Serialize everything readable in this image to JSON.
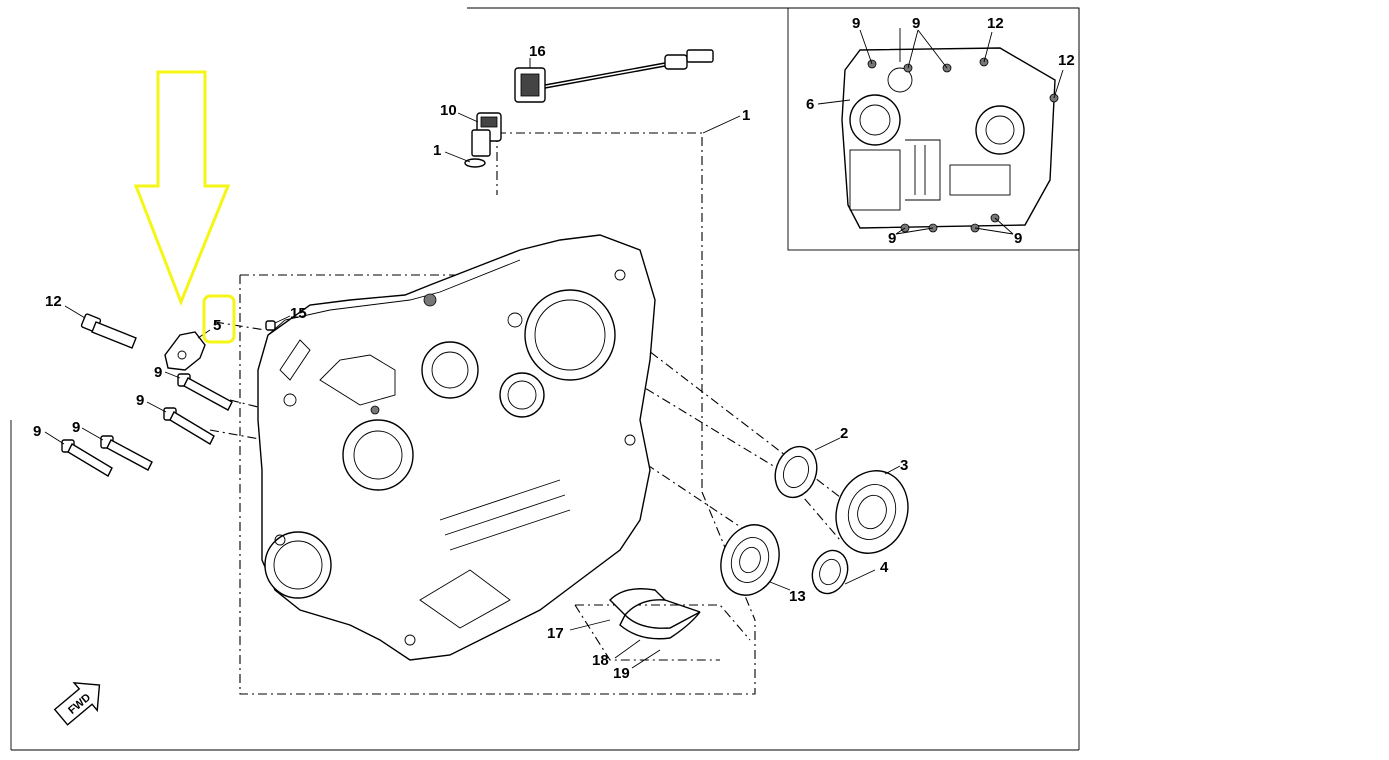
{
  "callouts": {
    "c1a": "1",
    "c1b": "1",
    "c2": "2",
    "c3": "3",
    "c4": "4",
    "c5": "5",
    "c9a": "9",
    "c9b": "9",
    "c9c": "9",
    "c9d": "9",
    "c10": "10",
    "c12": "12",
    "c13": "13",
    "c15": "15",
    "c16": "16",
    "c17": "17",
    "c18": "18",
    "c19": "19"
  },
  "inset": {
    "c9a": "9",
    "c9b": "9",
    "c9c": "9",
    "c9d": "9",
    "c12a": "12",
    "c12b": "12",
    "c6": "6"
  },
  "fwd_label": "FWD",
  "highlight": {
    "color": "#f5f516",
    "target_callout": "5"
  }
}
